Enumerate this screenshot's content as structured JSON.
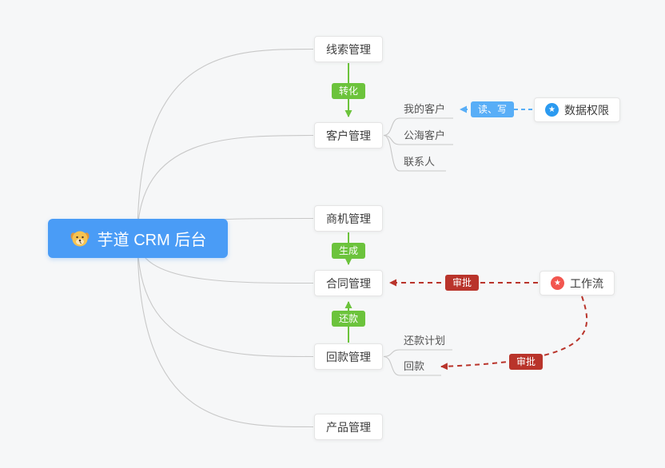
{
  "root": {
    "label": "芋道 CRM 后台"
  },
  "modules": {
    "leads": {
      "label": "线索管理"
    },
    "customer": {
      "label": "客户管理"
    },
    "opportunity": {
      "label": "商机管理"
    },
    "contract": {
      "label": "合同管理"
    },
    "receivable": {
      "label": "回款管理"
    },
    "product": {
      "label": "产品管理"
    }
  },
  "customer_children": {
    "mine": "我的客户",
    "pool": "公海客户",
    "contacts": "联系人"
  },
  "receivable_children": {
    "plan": "还款计划",
    "payment": "回款"
  },
  "edge_labels": {
    "convert": "转化",
    "generate": "生成",
    "repay": "还款",
    "read_write": "读、写",
    "approve_contract": "审批",
    "approve_receivable": "审批"
  },
  "integrations": {
    "data_permission": {
      "label": "数据权限"
    },
    "workflow": {
      "label": "工作流"
    }
  },
  "icons": {
    "star": "★"
  },
  "colors": {
    "page_bg": "#f6f7f8",
    "root_bg": "#4a9cf6",
    "green": "#6cc33c",
    "blue": "#58aef7",
    "red": "#b9342b",
    "link_gray": "#c8c8c8",
    "node_border": "#e5e5e5",
    "permission_icon": "#2b9af0",
    "workflow_icon": "#f2564f",
    "node_text": "#3d3d3d",
    "child_text": "#555555"
  }
}
